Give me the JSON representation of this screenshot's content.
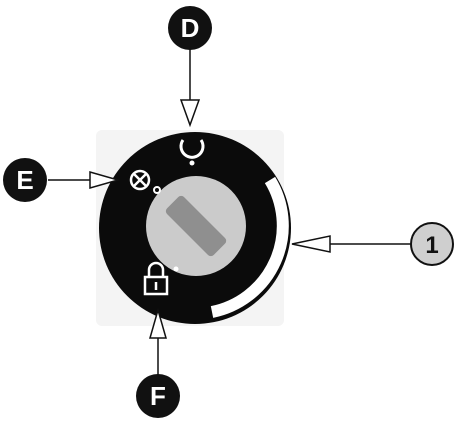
{
  "callouts": {
    "d": {
      "label": "D",
      "fill": "#111111",
      "text_color": "#ffffff"
    },
    "e": {
      "label": "E",
      "fill": "#111111",
      "text_color": "#ffffff"
    },
    "f": {
      "label": "F",
      "fill": "#111111",
      "text_color": "#ffffff"
    },
    "one": {
      "label": "1",
      "fill": "#cfcfcf",
      "text_color": "#111111"
    }
  },
  "dial": {
    "icons": [
      "power-ring-icon",
      "ignition-symbol-icon",
      "lock-icon"
    ],
    "colors": {
      "body": "#0b0b0b",
      "knob": "#c9c9c9",
      "knob_slot": "#8d8d8d",
      "arc": "#ffffff"
    }
  }
}
